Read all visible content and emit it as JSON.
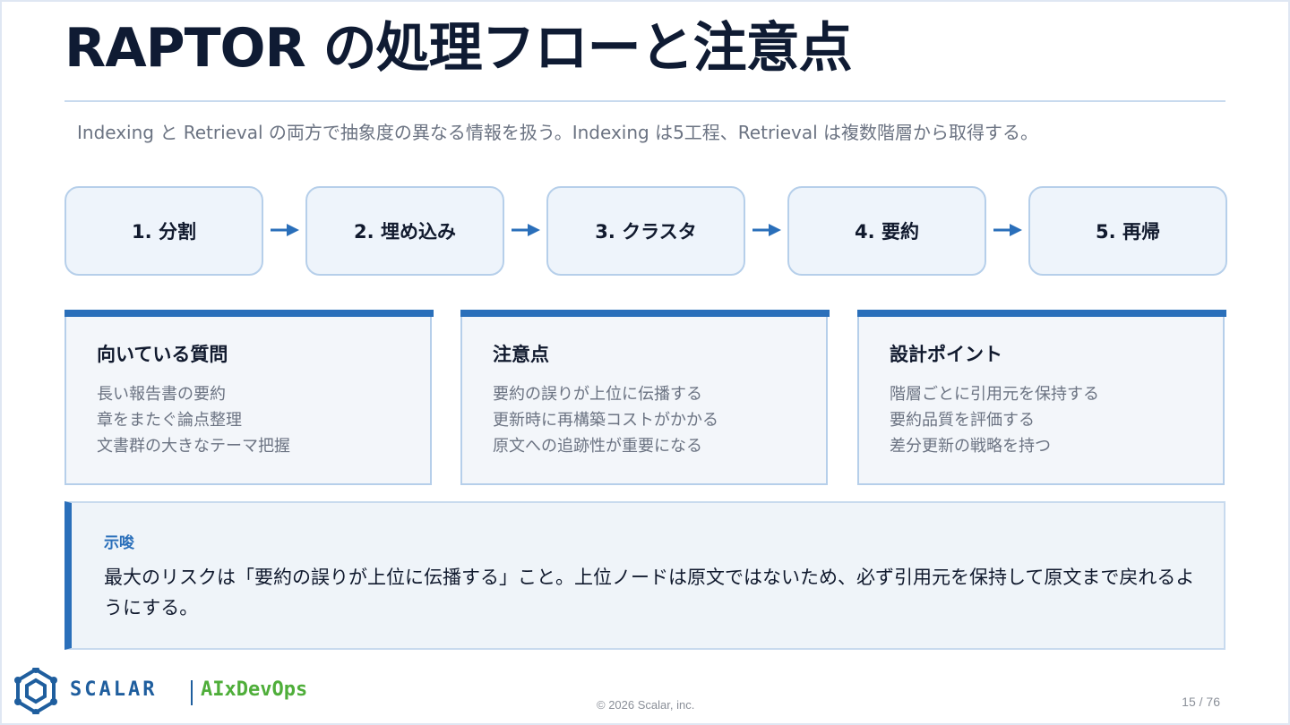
{
  "slide": {
    "title": "RAPTOR の処理フローと注意点",
    "subtitle": "Indexing と Retrieval の両方で抽象度の異なる情報を扱う。Indexing は5工程、Retrieval は複数階層から取得する。"
  },
  "flow": {
    "steps": [
      "1. 分割",
      "2. 埋め込み",
      "3. クラスタ",
      "4. 要約",
      "5. 再帰"
    ]
  },
  "cards": [
    {
      "heading": "向いている質問",
      "items": [
        "長い報告書の要約",
        "章をまたぐ論点整理",
        "文書群の大きなテーマ把握"
      ]
    },
    {
      "heading": "注意点",
      "items": [
        "要約の誤りが上位に伝播する",
        "更新時に再構築コストがかかる",
        "原文への追跡性が重要になる"
      ]
    },
    {
      "heading": "設計ポイント",
      "items": [
        "階層ごとに引用元を保持する",
        "要約品質を評価する",
        "差分更新の戦略を持つ"
      ]
    }
  ],
  "insight": {
    "label": "示唆",
    "text": "最大のリスクは「要約の誤りが上位に伝播する」こと。上位ノードは原文ではないため、必ず引用元を保持して原文まで戻れるようにする。"
  },
  "footer": {
    "brand": "SCALAR",
    "product": "AIxDevOps",
    "copyright": "© 2026 Scalar, inc.",
    "page": "15 / 76"
  },
  "colors": {
    "accent": "#2a6fba",
    "title": "#0f1b33",
    "brand_blue": "#1f5e9e",
    "brand_green": "#4fae3a"
  }
}
